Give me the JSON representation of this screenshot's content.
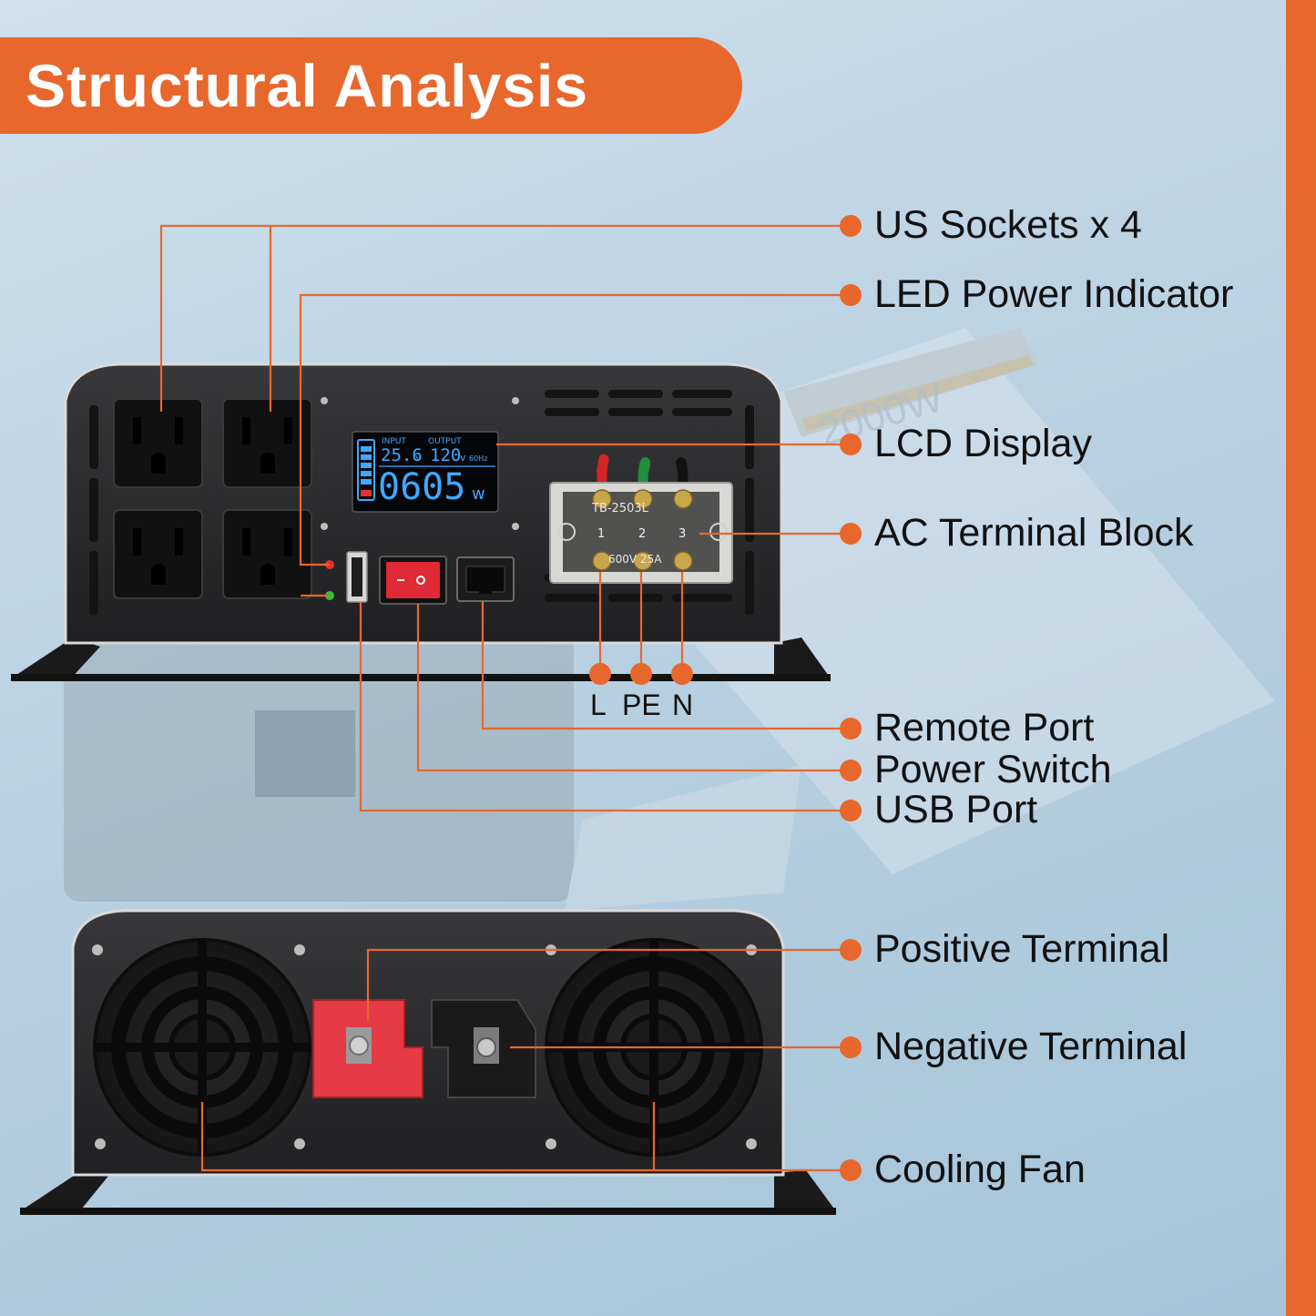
{
  "title": "Structural Analysis",
  "colors": {
    "accent": "#e8672c",
    "device_body": "#2b2b2d",
    "lcd_text": "#3fa9ff",
    "switch_red": "#e02a35",
    "terminal_positive": "#e43b45"
  },
  "callouts": [
    {
      "id": "us-sockets",
      "label": "US Sockets x 4"
    },
    {
      "id": "led-indicator",
      "label": "LED Power Indicator"
    },
    {
      "id": "lcd-display",
      "label": "LCD Display"
    },
    {
      "id": "ac-terminal",
      "label": "AC Terminal Block"
    },
    {
      "id": "remote-port",
      "label": "Remote Port"
    },
    {
      "id": "power-switch",
      "label": "Power Switch"
    },
    {
      "id": "usb-port",
      "label": "USB Port"
    },
    {
      "id": "positive-terminal",
      "label": "Positive Terminal"
    },
    {
      "id": "negative-terminal",
      "label": "Negative Terminal"
    },
    {
      "id": "cooling-fan",
      "label": "Cooling Fan"
    }
  ],
  "terminal_letters": [
    "L",
    "PE",
    "N"
  ],
  "lcd": {
    "input_label": "INPUT",
    "output_label": "OUTPUT",
    "input_voltage": "25.6",
    "input_unit": "v",
    "output_voltage": "120",
    "output_unit": "v",
    "frequency": "60Hz",
    "power": "0605",
    "power_unit": "w"
  },
  "terminal_block": {
    "model": "TB-2503L",
    "positions": [
      "1",
      "2",
      "3"
    ],
    "rating": "600V 25A"
  },
  "background_unit_label": "2000W"
}
